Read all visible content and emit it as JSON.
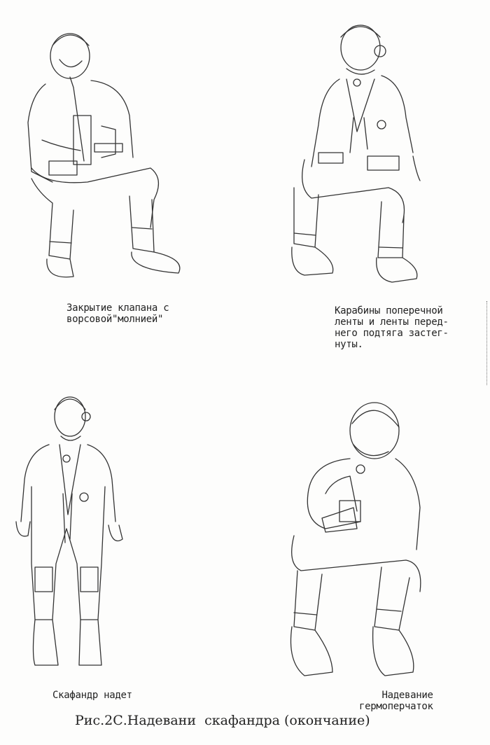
{
  "captions": {
    "top_left": "Закрытие клапана с\nворсовой\"молнией\"",
    "top_right": "Карабины поперечной\nленты и ленты перед-\nнего подтяга застег-\nнуты.",
    "bottom_left": "Скафандр надет",
    "bottom_right": "Надевание\nгермоперчаток"
  },
  "figure_caption": "Рис.2С.Надевани  скафандра (окончание)"
}
